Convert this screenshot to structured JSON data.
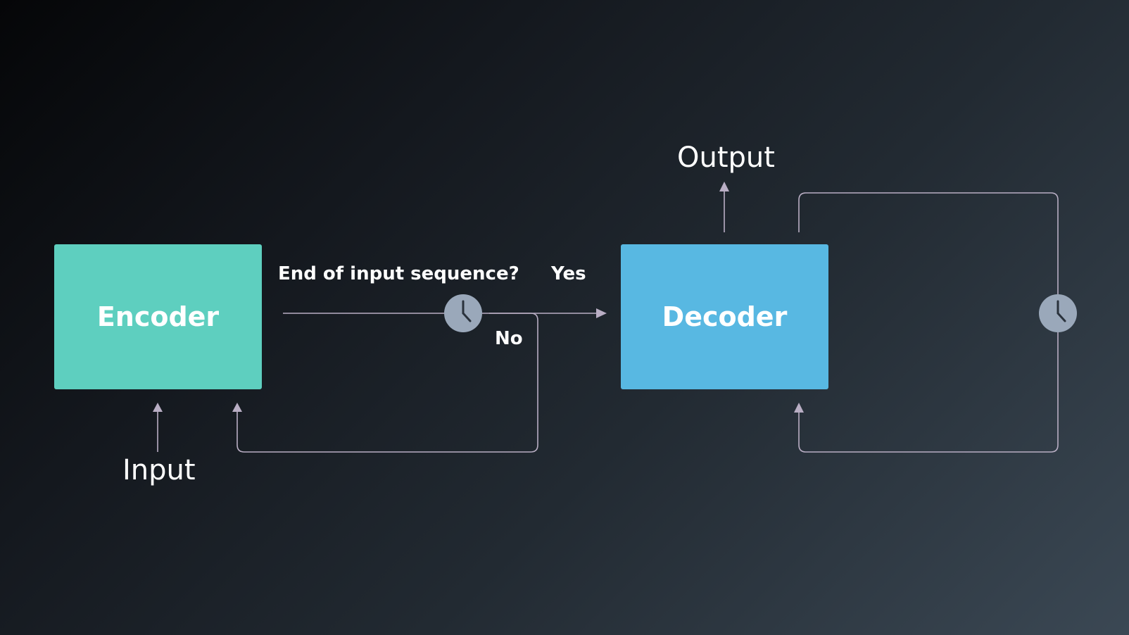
{
  "nodes": {
    "encoder": {
      "label": "Encoder",
      "color": "#5ecfbf"
    },
    "decoder": {
      "label": "Decoder",
      "color": "#58b8e2"
    }
  },
  "labels": {
    "input": "Input",
    "output": "Output",
    "question": "End of input sequence?",
    "yes": "Yes",
    "no": "No"
  },
  "icons": {
    "encoder_timestep": "clock-icon",
    "decoder_timestep": "clock-icon"
  },
  "colors": {
    "connector": "#b9aec4",
    "clock_fill": "#9aa8ba",
    "clock_hands": "#2a323c"
  }
}
